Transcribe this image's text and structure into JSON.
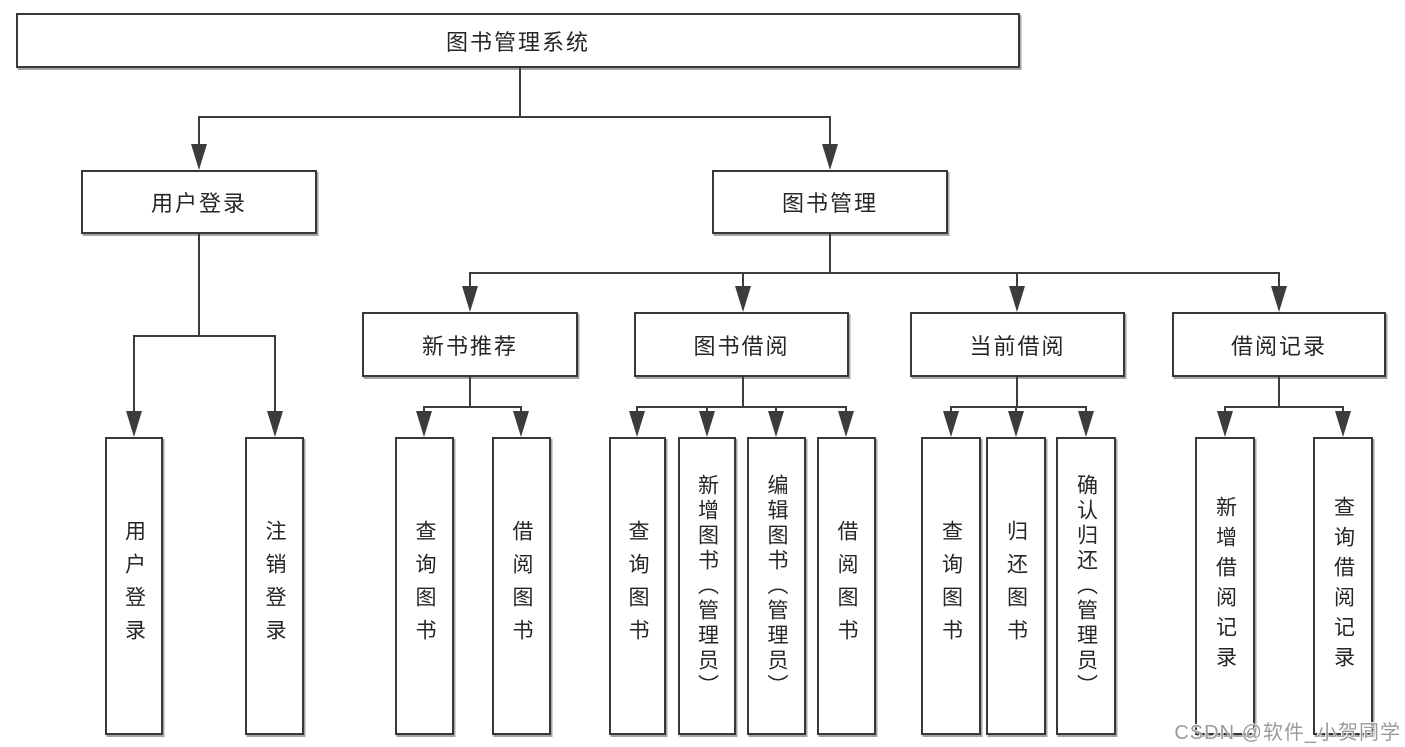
{
  "tree": {
    "root": "图书管理系统",
    "branches": [
      {
        "label": "用户登录",
        "children": [
          "用户登录",
          "注销登录"
        ]
      },
      {
        "label": "图书管理",
        "children": [
          {
            "label": "新书推荐",
            "children": [
              "查询图书",
              "借阅图书"
            ]
          },
          {
            "label": "图书借阅",
            "children": [
              "查询图书",
              "新增图书（管理员）",
              "编辑图书（管理员）",
              "借阅图书"
            ]
          },
          {
            "label": "当前借阅",
            "children": [
              "查询图书",
              "归还图书",
              "确认归还（管理员）"
            ]
          },
          {
            "label": "借阅记录",
            "children": [
              "新增借阅记录",
              "查询借阅记录"
            ]
          }
        ]
      }
    ]
  },
  "watermark": "CSDN @软件_小贺同学",
  "colors": {
    "line": "#3c3c3c",
    "box_border": "#383838",
    "text": "#262626",
    "background": "#ffffff",
    "watermark": "#9b9b9b"
  }
}
